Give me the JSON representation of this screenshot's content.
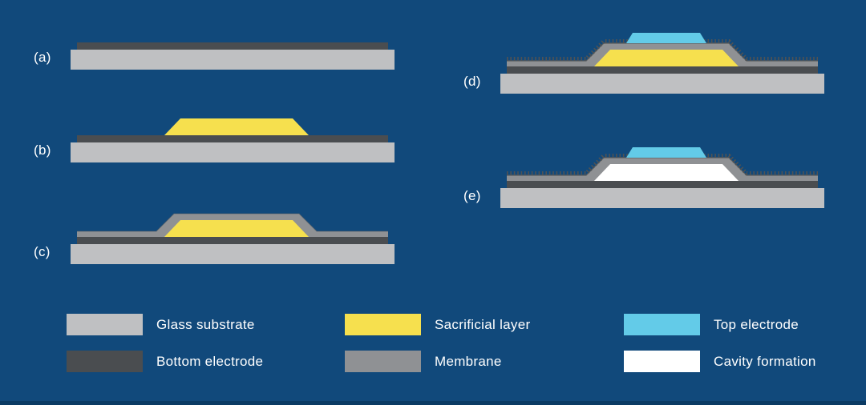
{
  "figure": {
    "background": "#11497B",
    "footer_bar_color": "#0B3B64",
    "text_color": "#FFFFFF"
  },
  "colors": {
    "glass_substrate": "#BFC0C2",
    "bottom_electrode": "#4A4D50",
    "sacrificial_layer": "#F6E04E",
    "membrane": "#8F9194",
    "top_electrode": "#63CBE8",
    "cavity": "#FFFFFF",
    "membrane_outline": "#595C5E",
    "membrane_texture": "#4F5254"
  },
  "steps": [
    {
      "label": "(a)",
      "layers": [
        "glass_substrate",
        "bottom_electrode"
      ]
    },
    {
      "label": "(b)",
      "layers": [
        "glass_substrate",
        "bottom_electrode",
        "sacrificial_layer"
      ]
    },
    {
      "label": "(c)",
      "layers": [
        "glass_substrate",
        "bottom_electrode",
        "sacrificial_layer",
        "membrane"
      ]
    },
    {
      "label": "(d)",
      "layers": [
        "glass_substrate",
        "bottom_electrode",
        "sacrificial_layer",
        "membrane",
        "top_electrode"
      ]
    },
    {
      "label": "(e)",
      "layers": [
        "glass_substrate",
        "bottom_electrode",
        "cavity",
        "membrane",
        "top_electrode"
      ]
    }
  ],
  "legend": {
    "items": [
      {
        "label": "Glass substrate",
        "color_key": "glass_substrate"
      },
      {
        "label": "Bottom electrode",
        "color_key": "bottom_electrode"
      },
      {
        "label": "Sacrificial layer",
        "color_key": "sacrificial_layer"
      },
      {
        "label": "Membrane",
        "color_key": "membrane"
      },
      {
        "label": "Top electrode",
        "color_key": "top_electrode"
      },
      {
        "label": "Cavity formation",
        "color_key": "cavity"
      }
    ]
  }
}
